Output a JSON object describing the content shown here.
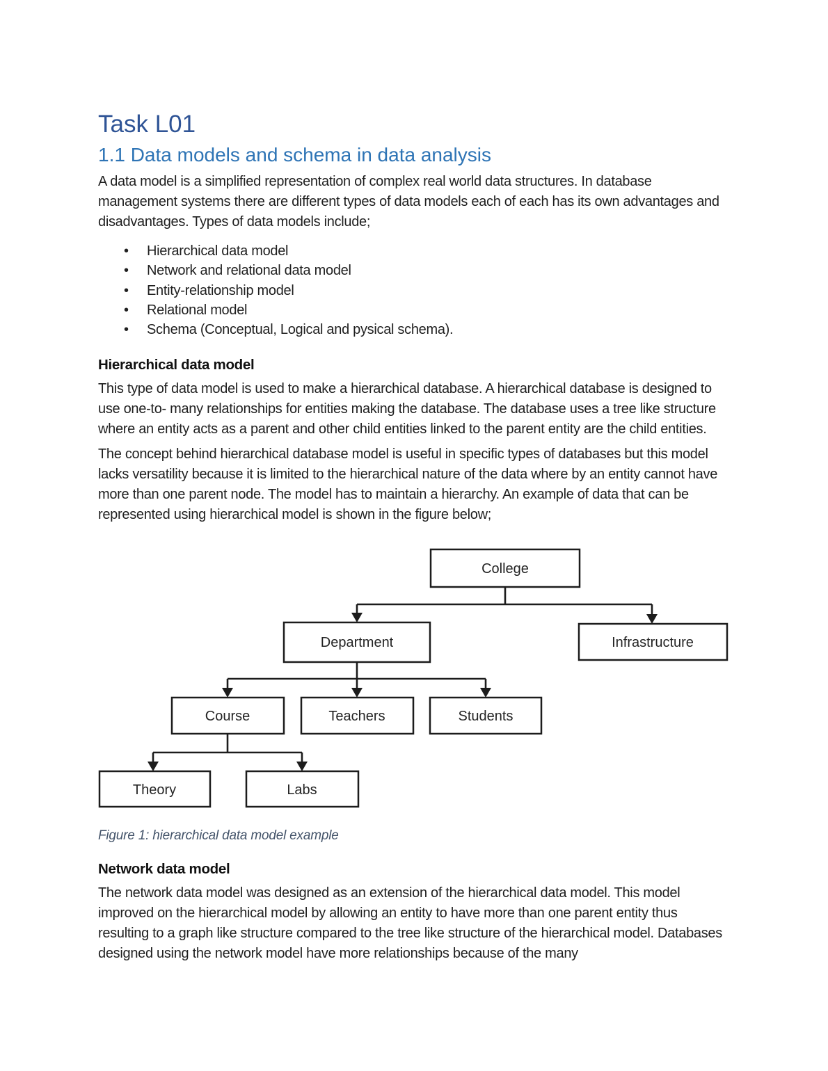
{
  "document": {
    "h1": "Task L01",
    "h2": "1.1 Data models and schema in data analysis",
    "intro": "A data model is a simplified representation of complex real world data structures. In database management systems there are different types of data models each of each has its own advantages and disadvantages. Types of data models include;",
    "bullets": [
      "Hierarchical data model",
      "Network and relational data model",
      "Entity-relationship model",
      "Relational model",
      "Schema (Conceptual, Logical and pysical schema)."
    ],
    "hier_heading": "Hierarchical data model",
    "hier_para1": "This type of data model is used to make a hierarchical database. A hierarchical database is designed to use one-to- many relationships for entities making the database. The database uses a tree like structure where an entity acts as a parent and other child entities linked to the parent entity are the child entities.",
    "hier_para2": "The concept behind hierarchical database model is useful in specific types of databases but this model lacks versatility because it is limited to the hierarchical nature of the data where by an entity cannot have more than one parent node. The model has to maintain a hierarchy. An example of data that can be represented using hierarchical model is shown in the figure below;",
    "figure_caption": "Figure 1: hierarchical data model example",
    "network_heading": "Network data model",
    "network_para": "The network data model was designed as an extension of the hierarchical data model. This model improved on the hierarchical model by allowing an entity to have more than one parent entity thus resulting to a graph like structure compared to the tree like structure of the hierarchical model. Databases designed using the network model have more relationships because of the many"
  },
  "diagram": {
    "nodes": [
      {
        "id": "college",
        "label": "College"
      },
      {
        "id": "department",
        "label": "Department"
      },
      {
        "id": "infrastructure",
        "label": "Infrastructure"
      },
      {
        "id": "course",
        "label": "Course"
      },
      {
        "id": "teachers",
        "label": "Teachers"
      },
      {
        "id": "students",
        "label": "Students"
      },
      {
        "id": "theory",
        "label": "Theory"
      },
      {
        "id": "labs",
        "label": "Labs"
      }
    ],
    "edges": [
      {
        "from": "College",
        "to": "Department"
      },
      {
        "from": "College",
        "to": "Infrastructure"
      },
      {
        "from": "Department",
        "to": "Course"
      },
      {
        "from": "Department",
        "to": "Teachers"
      },
      {
        "from": "Department",
        "to": "Students"
      },
      {
        "from": "Course",
        "to": "Theory"
      },
      {
        "from": "Course",
        "to": "Labs"
      }
    ]
  },
  "colors": {
    "heading1": "#2F5496",
    "heading2": "#2E74B5",
    "caption": "#44546A",
    "body_text": "#1f1f1f",
    "diagram_line": "#1c1c1c"
  }
}
